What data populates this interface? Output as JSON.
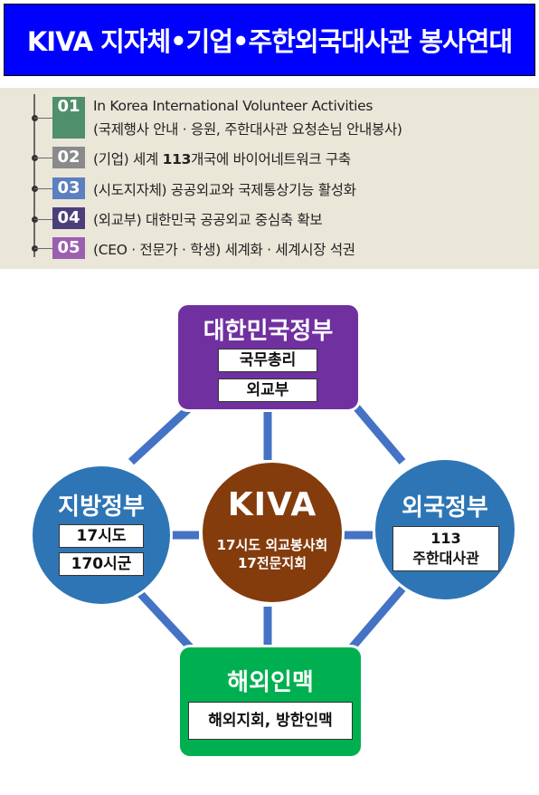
{
  "title": "KIVA 지자체•기업•주한외국대사관 봉사연대",
  "list": {
    "items": [
      {
        "num": "01",
        "line1": "In Korea International Volunteer Activities",
        "line2": "(국제행사 안내 · 응원, 주한대사관 요청손님 안내봉사)",
        "color": "#4f8f6a"
      },
      {
        "num": "02",
        "pre": "(기업) 세계 ",
        "bold": "113",
        "post": "개국에 바이어네트워크 구축",
        "color": "#8a8a8a"
      },
      {
        "num": "03",
        "text": "(시도지자체) 공공외교와 국제통상기능 활성화",
        "color": "#5b7fc0"
      },
      {
        "num": "04",
        "text": "(외교부) 대한민국 공공외교 중심축 확보",
        "color": "#4b3f7a"
      },
      {
        "num": "05",
        "text": "(CEO · 전문가 · 학생) 세계화 · 세계시장 석권",
        "color": "#9b5fb0"
      }
    ]
  },
  "diagram": {
    "top": {
      "title": "대한민국정부",
      "labels": [
        "국무총리",
        "외교부"
      ],
      "color": "#7030a0"
    },
    "left": {
      "title": "지방정부",
      "labels": [
        "17시도",
        "170시군"
      ],
      "color": "#2e75b6"
    },
    "right": {
      "title": "외국정부",
      "label1": "113",
      "label2": "주한대사관",
      "color": "#2e75b6"
    },
    "center": {
      "title": "KIVA",
      "line1": "17시도 외교봉사회",
      "line2": "17전문지회",
      "color": "#843c0c"
    },
    "bottom": {
      "title": "해외인맥",
      "label": "해외지회, 방한인맥",
      "color": "#00b050"
    },
    "line_color": "#4472c4"
  }
}
